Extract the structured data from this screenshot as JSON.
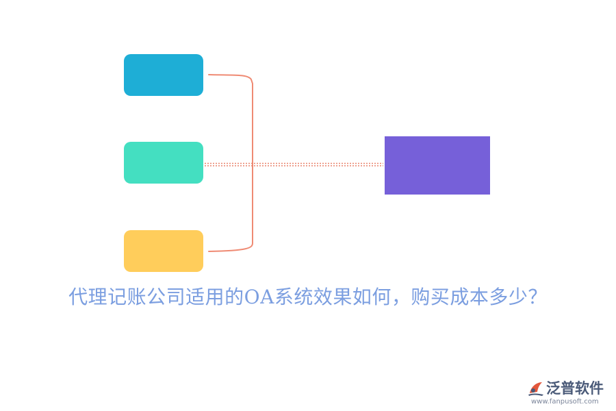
{
  "title": "代理记账公司适用的OA系统效果如何，购买成本多少？",
  "nodes": [
    {
      "id": "box-1",
      "color": "#1eaed6"
    },
    {
      "id": "box-2",
      "color": "#44dfc1"
    },
    {
      "id": "box-3",
      "color": "#ffcd5b"
    },
    {
      "id": "target",
      "color": "#7660d9"
    }
  ],
  "connector_colors": {
    "bracket": "#ef8a73",
    "dotted": "#e9826c"
  },
  "brand": {
    "name": "泛普软件",
    "url": "www.fanpusoft.com",
    "logo_icon": "fanpu-logo-icon"
  },
  "colors": {
    "title": "#7b9ee0",
    "brand_text": "#4a5a78"
  }
}
